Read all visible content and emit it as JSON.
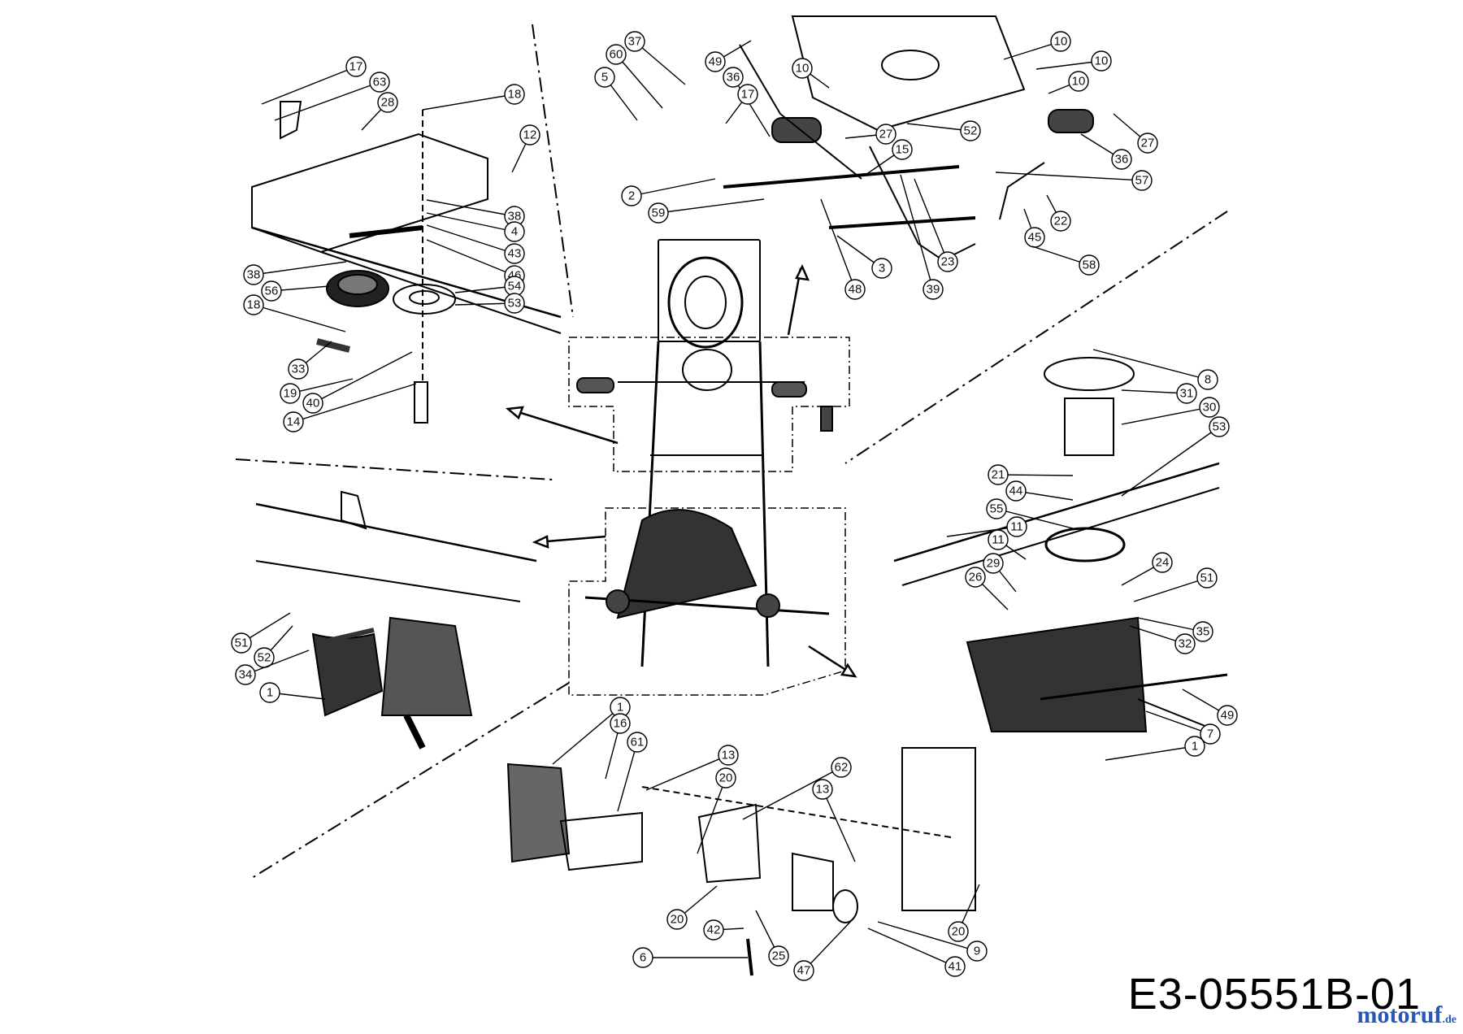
{
  "document_code": "E3-05551B-01",
  "brand": {
    "name": "motoruf",
    "tld": ".de"
  },
  "callouts": [
    {
      "id": "c17a",
      "label": "17"
    },
    {
      "id": "c63",
      "label": "63"
    },
    {
      "id": "c28",
      "label": "28"
    },
    {
      "id": "c18a",
      "label": "18"
    },
    {
      "id": "c12",
      "label": "12"
    },
    {
      "id": "c38a",
      "label": "38"
    },
    {
      "id": "c4",
      "label": "4"
    },
    {
      "id": "c43",
      "label": "43"
    },
    {
      "id": "c46",
      "label": "46"
    },
    {
      "id": "c54",
      "label": "54"
    },
    {
      "id": "c53a",
      "label": "53"
    },
    {
      "id": "c38b",
      "label": "38"
    },
    {
      "id": "c56",
      "label": "56"
    },
    {
      "id": "c18b",
      "label": "18"
    },
    {
      "id": "c33",
      "label": "33"
    },
    {
      "id": "c19",
      "label": "19"
    },
    {
      "id": "c40",
      "label": "40"
    },
    {
      "id": "c14",
      "label": "14"
    },
    {
      "id": "c37",
      "label": "37"
    },
    {
      "id": "c60",
      "label": "60"
    },
    {
      "id": "c5",
      "label": "5"
    },
    {
      "id": "c49a",
      "label": "49"
    },
    {
      "id": "c36a",
      "label": "36"
    },
    {
      "id": "c17b",
      "label": "17"
    },
    {
      "id": "c10a",
      "label": "10"
    },
    {
      "id": "c10b",
      "label": "10"
    },
    {
      "id": "c10c",
      "label": "10"
    },
    {
      "id": "c10d",
      "label": "10"
    },
    {
      "id": "c27a",
      "label": "27"
    },
    {
      "id": "c52a",
      "label": "52"
    },
    {
      "id": "c27b",
      "label": "27"
    },
    {
      "id": "c15",
      "label": "15"
    },
    {
      "id": "c36b",
      "label": "36"
    },
    {
      "id": "c57",
      "label": "57"
    },
    {
      "id": "c2",
      "label": "2"
    },
    {
      "id": "c59",
      "label": "59"
    },
    {
      "id": "c45",
      "label": "45"
    },
    {
      "id": "c22",
      "label": "22"
    },
    {
      "id": "c3",
      "label": "3"
    },
    {
      "id": "c23",
      "label": "23"
    },
    {
      "id": "c58",
      "label": "58"
    },
    {
      "id": "c48",
      "label": "48"
    },
    {
      "id": "c39",
      "label": "39"
    },
    {
      "id": "c8",
      "label": "8"
    },
    {
      "id": "c31",
      "label": "31"
    },
    {
      "id": "c30",
      "label": "30"
    },
    {
      "id": "c53b",
      "label": "53"
    },
    {
      "id": "c21",
      "label": "21"
    },
    {
      "id": "c44",
      "label": "44"
    },
    {
      "id": "c55",
      "label": "55"
    },
    {
      "id": "c11a",
      "label": "11"
    },
    {
      "id": "c11b",
      "label": "11"
    },
    {
      "id": "c29",
      "label": "29"
    },
    {
      "id": "c26",
      "label": "26"
    },
    {
      "id": "c24",
      "label": "24"
    },
    {
      "id": "c51a",
      "label": "51"
    },
    {
      "id": "c35",
      "label": "35"
    },
    {
      "id": "c32",
      "label": "32"
    },
    {
      "id": "c49b",
      "label": "49"
    },
    {
      "id": "c7",
      "label": "7"
    },
    {
      "id": "c1a",
      "label": "1"
    },
    {
      "id": "c51b",
      "label": "51"
    },
    {
      "id": "c52b",
      "label": "52"
    },
    {
      "id": "c34",
      "label": "34"
    },
    {
      "id": "c1b",
      "label": "1"
    },
    {
      "id": "c1c",
      "label": "1"
    },
    {
      "id": "c16",
      "label": "16"
    },
    {
      "id": "c61",
      "label": "61"
    },
    {
      "id": "c13a",
      "label": "13"
    },
    {
      "id": "c20a",
      "label": "20"
    },
    {
      "id": "c62",
      "label": "62"
    },
    {
      "id": "c13b",
      "label": "13"
    },
    {
      "id": "c20b",
      "label": "20"
    },
    {
      "id": "c42",
      "label": "42"
    },
    {
      "id": "c25",
      "label": "25"
    },
    {
      "id": "c20c",
      "label": "20"
    },
    {
      "id": "c9",
      "label": "9"
    },
    {
      "id": "c41",
      "label": "41"
    },
    {
      "id": "c47",
      "label": "47"
    },
    {
      "id": "c6",
      "label": "6"
    }
  ]
}
